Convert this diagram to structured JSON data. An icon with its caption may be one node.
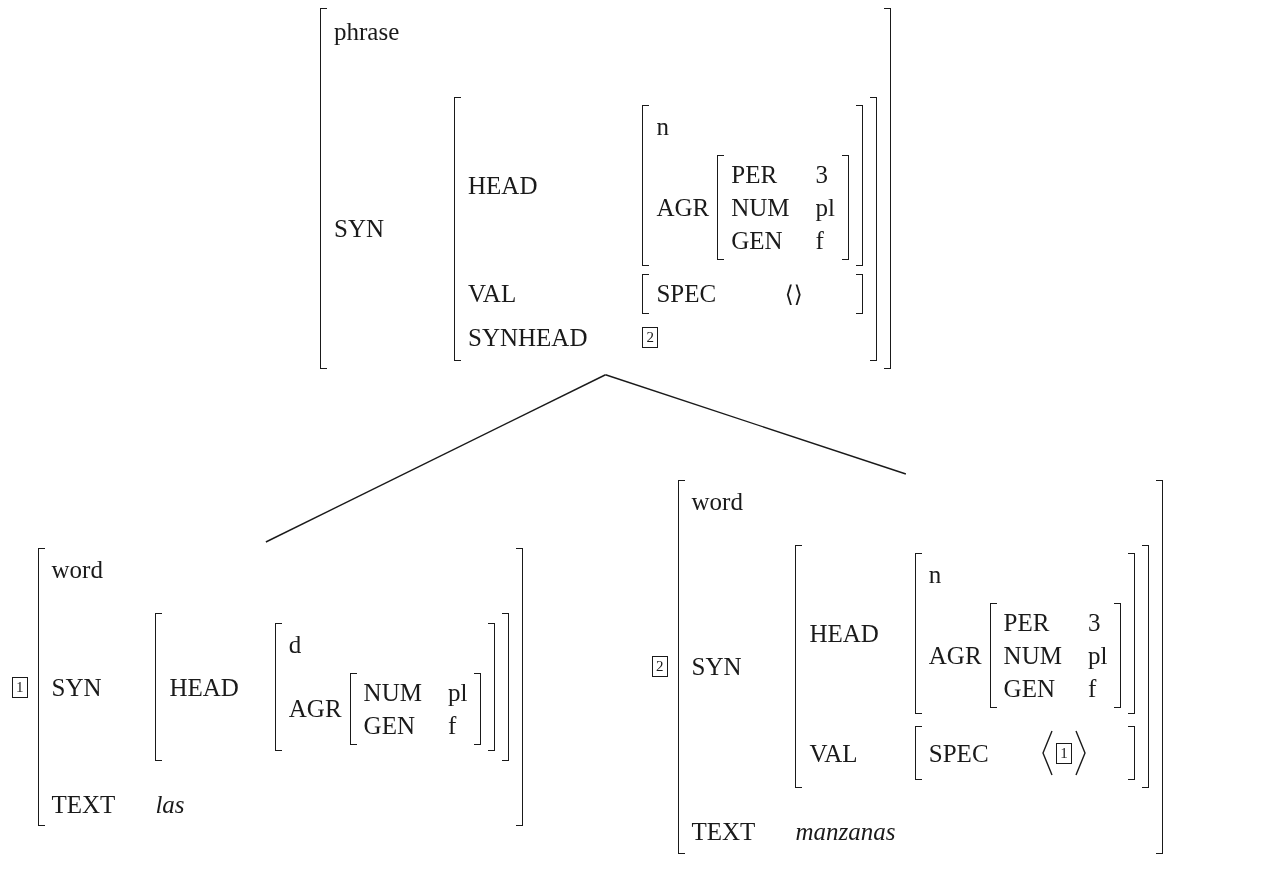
{
  "diagram": {
    "nodes": [
      {
        "text": [
          "phrase",
          "SYN"
        ]
      },
      {
        "text": [
          "HEAD",
          "VAL",
          "SYNHEAD"
        ],
        "in": 0
      },
      {
        "text": [
          "n",
          "AGR"
        ],
        "in": 1
      },
      {
        "text": [
          "PER",
          "3",
          "NUM",
          "pl",
          "GEN",
          "f"
        ],
        "in": 2
      },
      {
        "text": [
          "SPEC",
          "⟨⟩"
        ],
        "in": 1
      },
      {
        "text": [
          "2"
        ],
        "in": 1
      },
      {
        "text": [
          "1"
        ]
      },
      {
        "text": [
          "word",
          "SYN",
          "TEXT",
          "las"
        ]
      },
      {
        "text": [
          "HEAD"
        ],
        "in": 7
      },
      {
        "text": [
          "d",
          "AGR"
        ],
        "in": 8
      },
      {
        "text": [
          "NUM",
          "pl",
          "GEN",
          "f"
        ],
        "in": 9
      },
      {
        "text": [
          "2"
        ]
      },
      {
        "text": [
          "word",
          "SYN",
          "TEXT",
          "manzanas"
        ]
      },
      {
        "text": [
          "HEAD",
          "VAL"
        ],
        "in": 12
      },
      {
        "text": [
          "n",
          "AGR"
        ],
        "in": 13
      },
      {
        "text": [
          "PER",
          "3",
          "NUM",
          "pl",
          "GEN",
          "f"
        ],
        "in": 14
      },
      {
        "text": [
          "SPEC"
        ],
        "in": 13
      },
      {
        "text": [
          "1"
        ],
        "in": 16
      }
    ],
    "edges": [
      {
        "from": 0,
        "to": 7,
        "arrow": "none"
      },
      {
        "from": 0,
        "to": 12,
        "arrow": "none"
      }
    ]
  }
}
